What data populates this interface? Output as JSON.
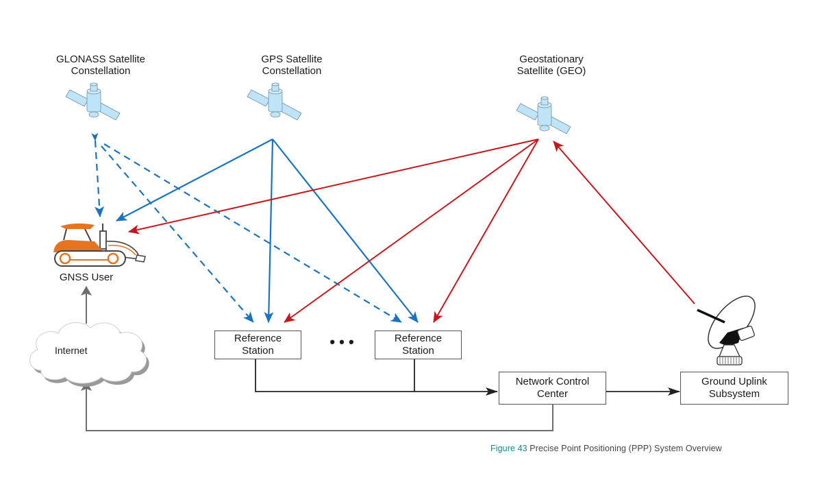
{
  "diagram": {
    "nodes": {
      "glonass": {
        "line1": "GLONASS Satellite",
        "line2": "Constellation"
      },
      "gps": {
        "line1": "GPS Satellite",
        "line2": "Constellation"
      },
      "geo": {
        "line1": "Geostationary",
        "line2": "Satellite (GEO)"
      },
      "gnss_user": {
        "label": "GNSS User"
      },
      "internet": {
        "label": "Internet"
      },
      "ref_station_1": {
        "line1": "Reference",
        "line2": "Station"
      },
      "ref_station_2": {
        "line1": "Reference",
        "line2": "Station"
      },
      "ellipsis": {
        "label": "• • •"
      },
      "ncc": {
        "line1": "Network Control",
        "line2": "Center"
      },
      "uplink": {
        "line1": "Ground Uplink",
        "line2": "Subsystem"
      }
    },
    "edges": [
      {
        "from": "glonass",
        "to": "gnss_user",
        "style": "dashed",
        "color": "blue"
      },
      {
        "from": "glonass",
        "to": "ref_station_1",
        "style": "dashed",
        "color": "blue"
      },
      {
        "from": "glonass",
        "to": "ref_station_2",
        "style": "dashed",
        "color": "blue"
      },
      {
        "from": "gps",
        "to": "gnss_user",
        "style": "solid",
        "color": "blue"
      },
      {
        "from": "gps",
        "to": "ref_station_1",
        "style": "solid",
        "color": "blue"
      },
      {
        "from": "gps",
        "to": "ref_station_2",
        "style": "solid",
        "color": "blue"
      },
      {
        "from": "geo",
        "to": "gnss_user",
        "style": "solid",
        "color": "red"
      },
      {
        "from": "geo",
        "to": "ref_station_1",
        "style": "solid",
        "color": "red"
      },
      {
        "from": "geo",
        "to": "ref_station_2",
        "style": "solid",
        "color": "red"
      },
      {
        "from": "uplink",
        "to": "geo",
        "style": "solid",
        "color": "red"
      },
      {
        "from": "ref_station_1",
        "to": "ncc",
        "style": "solid",
        "color": "black"
      },
      {
        "from": "ref_station_2",
        "to": "ncc",
        "style": "solid",
        "color": "black"
      },
      {
        "from": "ncc",
        "to": "uplink",
        "style": "solid",
        "color": "black"
      },
      {
        "from": "ncc",
        "to": "internet",
        "style": "solid",
        "color": "gray"
      },
      {
        "from": "internet",
        "to": "gnss_user",
        "style": "solid",
        "color": "gray"
      }
    ],
    "colors": {
      "blue": "#1a73c1",
      "red": "#c8161d",
      "black": "#222222",
      "gray": "#6e6e6e",
      "satellite_fill": "#bfe3f7",
      "tractor_orange": "#e8731f",
      "caption_accent": "#1b8a8f"
    }
  },
  "caption": {
    "figure_label": "Figure 43",
    "text": "Precise Point Positioning (PPP) System Overview"
  }
}
